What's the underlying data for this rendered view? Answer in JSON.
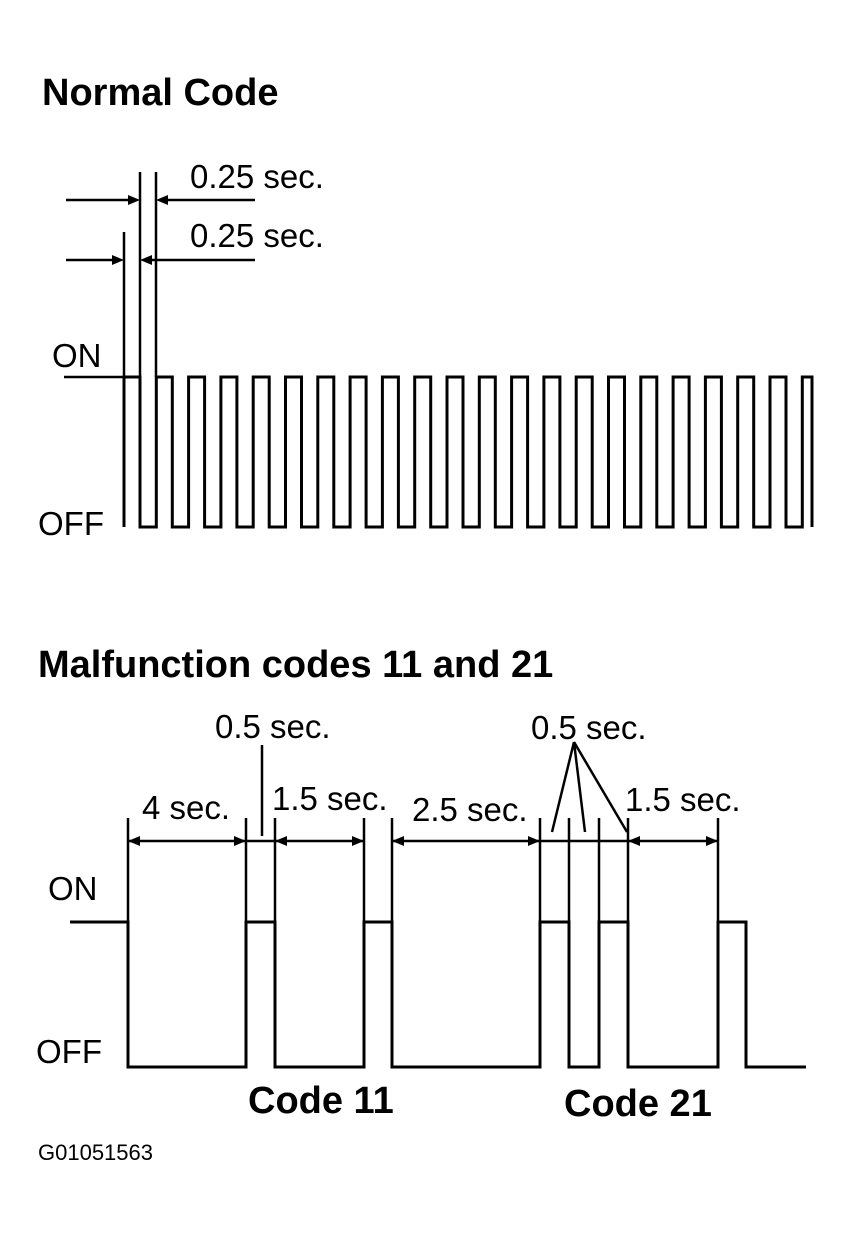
{
  "normal": {
    "title": "Normal Code",
    "on_label": "ON",
    "off_label": "OFF",
    "on_time_label": "0.25 sec.",
    "off_time_label": "0.25 sec."
  },
  "malfunction": {
    "title": "Malfunction codes 11 and 21",
    "on_label": "ON",
    "off_label": "OFF",
    "dim_labels": {
      "d4": "4 sec.",
      "d05a": "0.5 sec.",
      "d15a": "1.5 sec.",
      "d25": "2.5 sec.",
      "d05b": "0.5 sec.",
      "d15b": "1.5 sec."
    },
    "code_labels": {
      "c11": "Code 11",
      "c21": "Code 21"
    }
  },
  "reference": "G01051563"
}
